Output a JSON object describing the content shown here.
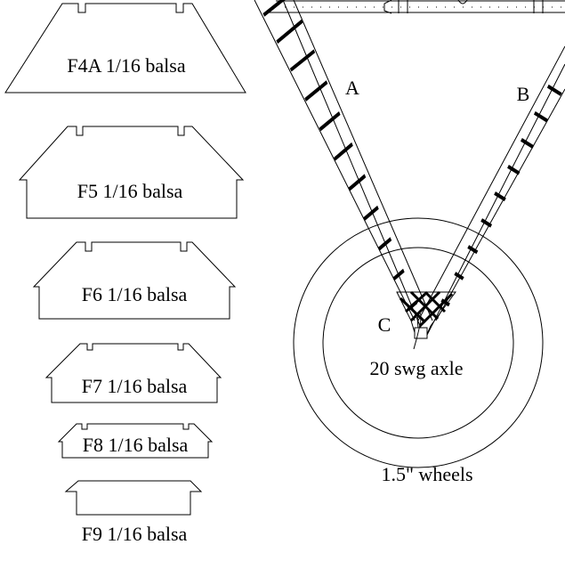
{
  "formers": [
    {
      "id": "f4a",
      "label": "F4A 1/16 balsa"
    },
    {
      "id": "f5",
      "label": "F5 1/16 balsa"
    },
    {
      "id": "f6",
      "label": "F6 1/16 balsa"
    },
    {
      "id": "f7",
      "label": "F7 1/16 balsa"
    },
    {
      "id": "f8",
      "label": "F8 1/16 balsa"
    },
    {
      "id": "f9",
      "label": "F9 1/16 balsa"
    }
  ],
  "undercarriage": {
    "leg_a_label": "A",
    "leg_b_label": "B",
    "joint_label": "C",
    "axle_label": "20 swg axle",
    "wheel_label": "1.5\" wheels"
  }
}
